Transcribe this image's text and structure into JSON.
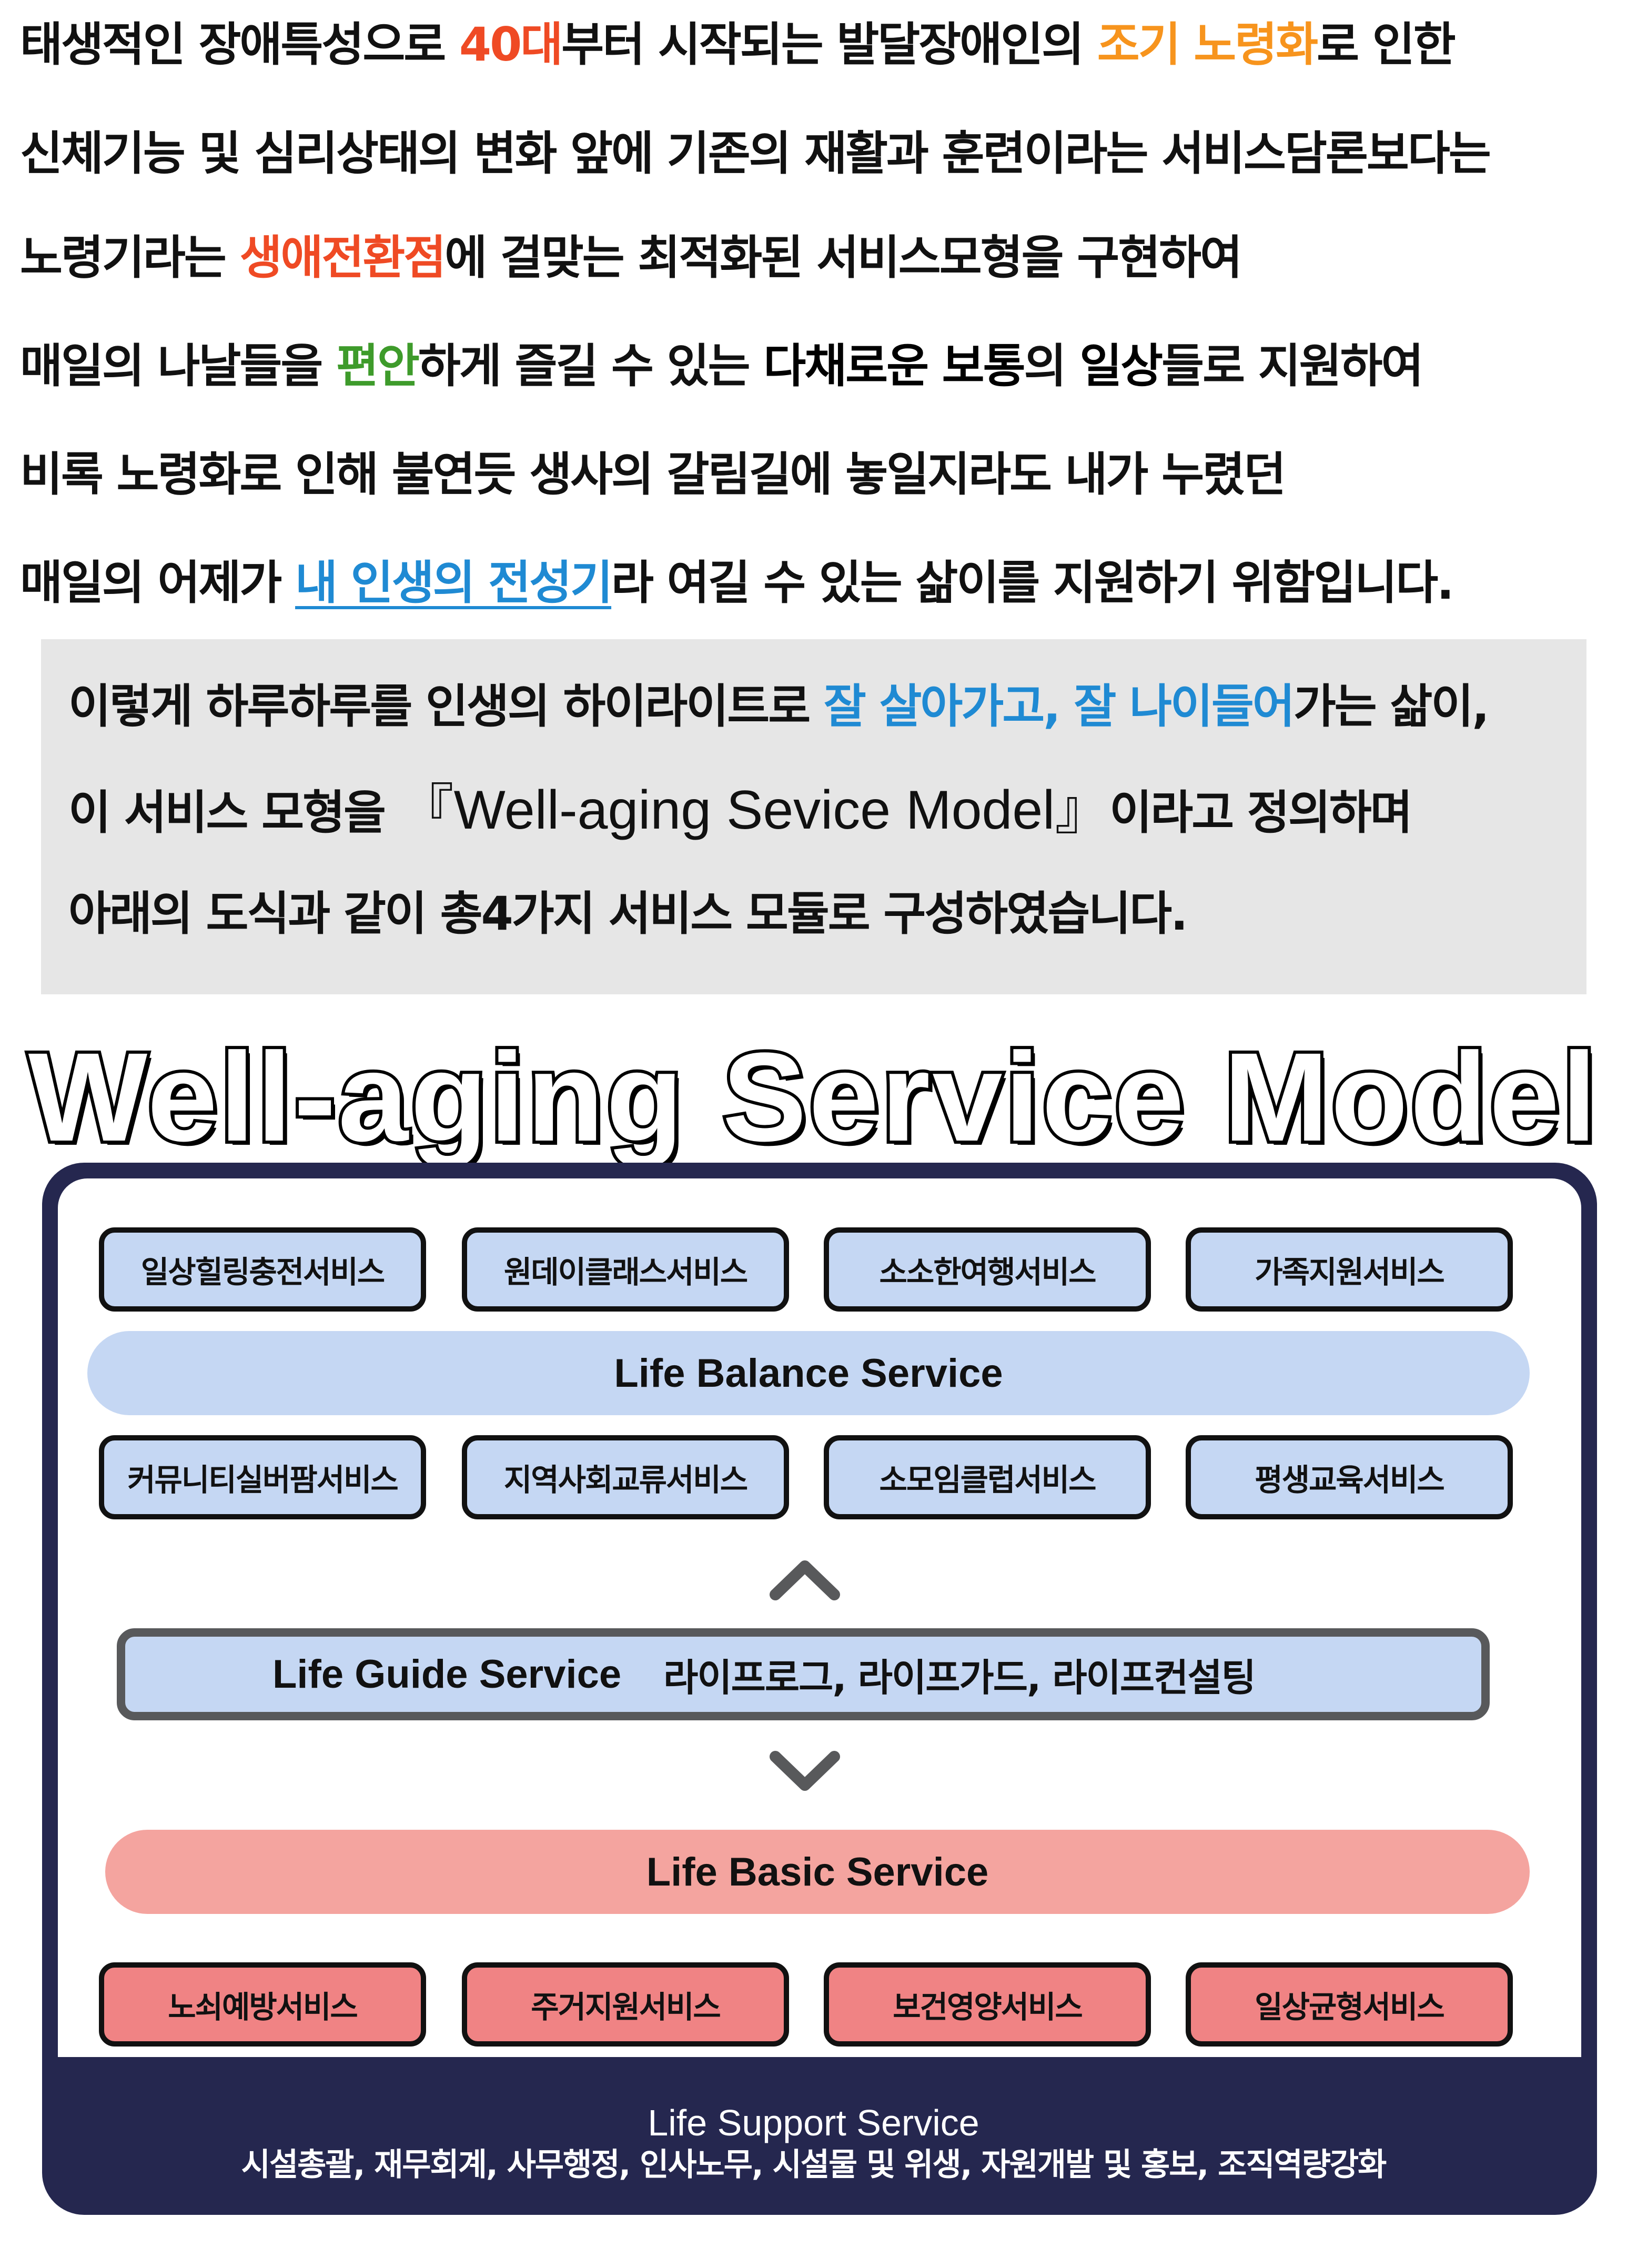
{
  "intro": {
    "line1": {
      "a": "태생적인 장애특성으로 ",
      "b": "40대",
      "c": "부터 시작되는 발달장애인의 ",
      "d": "조기 노령화",
      "e": "로 인한"
    },
    "line2": "신체기능 및 심리상태의 변화 앞에 기존의 재활과 훈련이라는 서비스담론보다는",
    "line3": {
      "a": "노령기라는 ",
      "b": "생애전환점",
      "c": "에 걸맞는 최적화된 서비스모형을 구현하여"
    },
    "line4": {
      "a": "매일의 나날들을 ",
      "b": "편안",
      "c": "하게 즐길 수 있는 ",
      "d": "다채로운 보통",
      "e": "의 ",
      "f": "일상",
      "g": "들로 지원하여"
    },
    "line5": "비록 노령화로 인해 불연듯 생사의 갈림길에 놓일지라도 내가 누렸던",
    "line6": {
      "a": "매일의 어제가 ",
      "b": "내 인생의 전성기",
      "c": "라 여길 수 있는 삶이를 지원하기 위함입니다."
    }
  },
  "graybox": {
    "line1": {
      "a": "이렇게 하루하루를 인생의 하이라이트로 ",
      "b": "잘 살아가고, 잘 나이들어",
      "c": "가는 삶이,"
    },
    "line2": {
      "a": "이 서비스 모형을 ",
      "b": "『Well-aging Sevice Model』",
      "c": "이라고 정의하며"
    },
    "line3": "아래의 도식과 같이 총4가지 서비스 모듈로 구성하였습니다."
  },
  "model_title": "Well-aging Service Model",
  "balance": {
    "top_services": [
      "일상힐링충전서비스",
      "원데이클래스서비스",
      "소소한여행서비스",
      "가족지원서비스"
    ],
    "label": "Life Balance Service",
    "bottom_services": [
      "커뮤니티실버팜서비스",
      "지역사회교류서비스",
      "소모임클럽서비스",
      "평생교육서비스"
    ]
  },
  "guide": {
    "label": "Life Guide Service",
    "desc": "라이프로그, 라이프가드, 라이프컨설팅"
  },
  "basic": {
    "label": "Life  Basic Service",
    "services": [
      "노쇠예방서비스",
      "주거지원서비스",
      "보건영양서비스",
      "일상균형서비스"
    ]
  },
  "support": {
    "label": "Life Support Service",
    "desc": "시설총괄, 재무회계, 사무행정, 인사노무, 시설물 및 위생, 자원개발 및 홍보, 조직역량강화"
  },
  "colors": {
    "accent_red": "#ef4a24",
    "accent_orange": "#f7941d",
    "accent_green": "#3e9b2b",
    "accent_blue": "#1f8ad3",
    "frame_navy": "#25274f",
    "box_blue": "#c5d7f3",
    "box_red": "#f08384",
    "pill_red": "#f4a49f"
  },
  "icons": [
    "chevron-up-icon",
    "chevron-down-icon"
  ]
}
